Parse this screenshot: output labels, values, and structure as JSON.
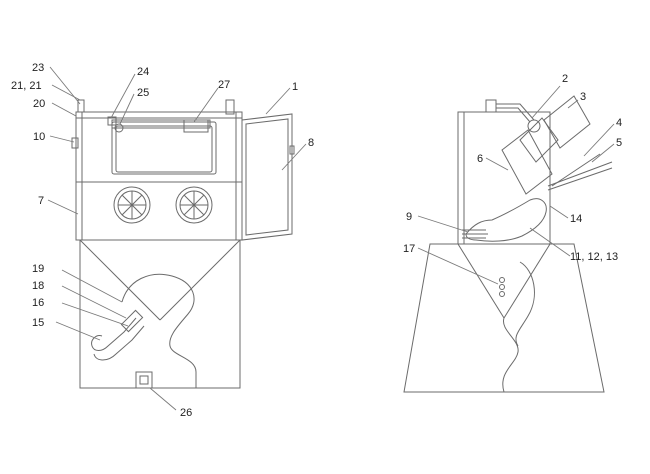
{
  "figure": {
    "callouts": {
      "c23": "23",
      "c21": "21, 21",
      "c20": "20",
      "c10": "10",
      "c7": "7",
      "c24": "24",
      "c25": "25",
      "c27": "27",
      "c1": "1",
      "c8": "8",
      "c19": "19",
      "c18": "18",
      "c16": "16",
      "c15": "15",
      "c26": "26",
      "c2": "2",
      "c3": "3",
      "c4": "4",
      "c5": "5",
      "c6": "6",
      "c9": "9",
      "c14": "14",
      "c17": "17",
      "c11": "11, 12, 13"
    }
  }
}
